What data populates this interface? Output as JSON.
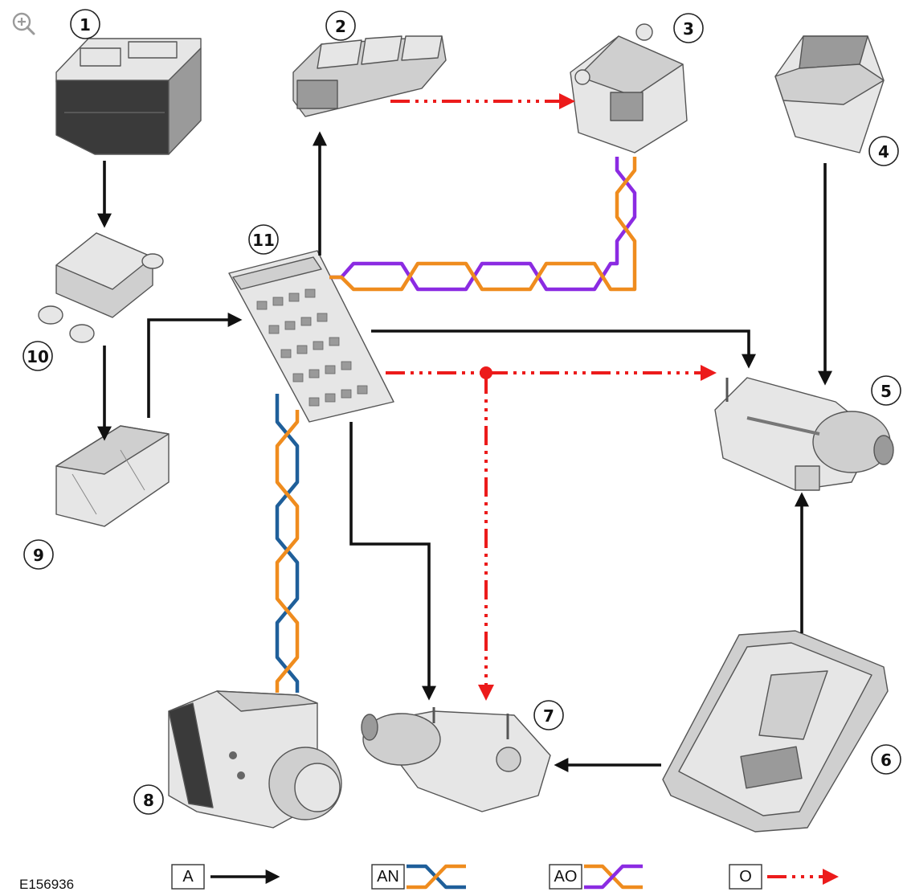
{
  "zoom_icon": "zoom-in-icon",
  "callouts": [
    "1",
    "2",
    "3",
    "4",
    "5",
    "6",
    "7",
    "8",
    "9",
    "10",
    "11"
  ],
  "legend": [
    {
      "code": "A",
      "style": "solid black arrow"
    },
    {
      "code": "AN",
      "style": "blue / orange twisted pair"
    },
    {
      "code": "AO",
      "style": "orange / purple twisted pair"
    },
    {
      "code": "O",
      "style": "red dash-dot arrow"
    }
  ],
  "figure_id": "E156936",
  "colors": {
    "arrow_a": "#111111",
    "arrow_o": "#ec1b1b",
    "bus_orange": "#ef8c1e",
    "bus_blue": "#1f5f9a",
    "bus_purple": "#8b2be2"
  }
}
